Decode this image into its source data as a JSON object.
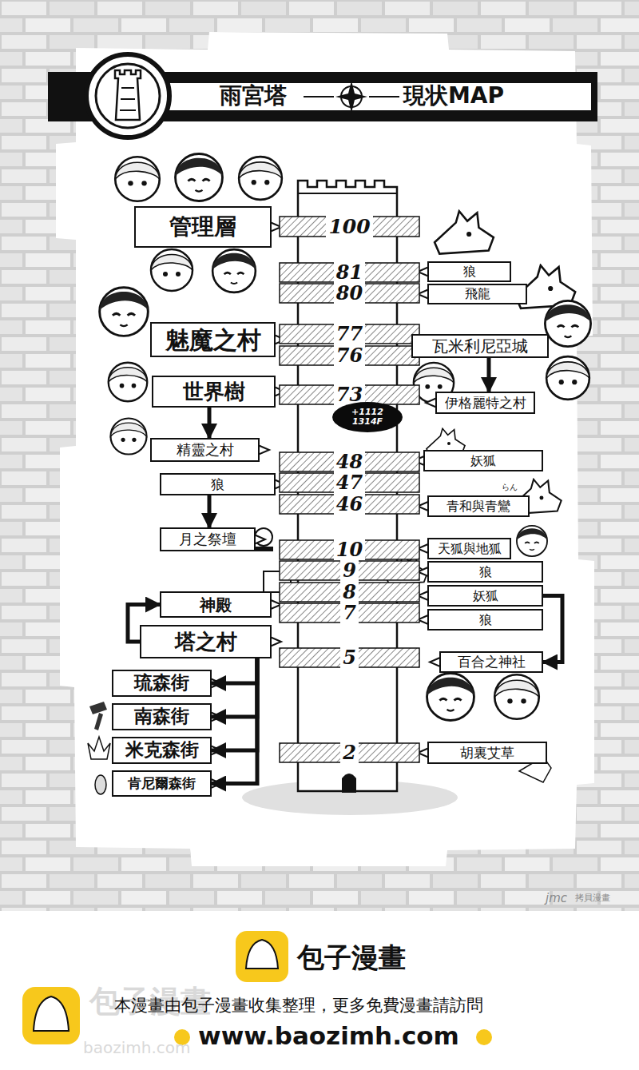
{
  "diagram": {
    "title": "雨宮塔",
    "nodes": [
      {
        "text": [
          "100"
        ]
      },
      {
        "text": [
          "81"
        ]
      },
      {
        "text": [
          "80"
        ]
      },
      {
        "text": [
          "77"
        ]
      },
      {
        "text": [
          "76"
        ]
      },
      {
        "text": [
          "73"
        ]
      },
      {
        "text": [
          "+1112 1314F"
        ]
      },
      {
        "text": [
          "48"
        ]
      },
      {
        "text": [
          "47"
        ]
      },
      {
        "text": [
          "46"
        ]
      },
      {
        "text": [
          "10"
        ]
      },
      {
        "text": [
          "9"
        ]
      },
      {
        "text": [
          "8"
        ]
      },
      {
        "text": [
          "7"
        ]
      },
      {
        "text": [
          "5"
        ]
      },
      {
        "text": [
          "2"
        ]
      },
      {
        "text": [
          "管理層"
        ]
      },
      {
        "text": [
          "魅魔之村"
        ]
      },
      {
        "text": [
          "世界樹"
        ]
      },
      {
        "text": [
          "精靈之村"
        ]
      },
      {
        "text": [
          "狼"
        ]
      },
      {
        "text": [
          "月之祭壇"
        ]
      },
      {
        "text": [
          "神殿"
        ]
      },
      {
        "text": [
          "塔之村"
        ]
      },
      {
        "text": [
          "琉森街"
        ]
      },
      {
        "text": [
          "南森街"
        ]
      },
      {
        "text": [
          "米克森街"
        ]
      },
      {
        "text": [
          "肯尼爾森街"
        ]
      },
      {
        "text": [
          "狼"
        ]
      },
      {
        "text": [
          "飛龍"
        ]
      },
      {
        "text": [
          "瓦米利尼亞城"
        ]
      },
      {
        "text": [
          "伊格麗特之村"
        ]
      },
      {
        "text": [
          "妖狐"
        ]
      },
      {
        "text": [
          "青和與青鸞"
        ]
      },
      {
        "text": [
          "天狐與地狐"
        ]
      },
      {
        "text": [
          "狼"
        ]
      },
      {
        "text": [
          "妖狐"
        ]
      },
      {
        "text": [
          "狼"
        ]
      },
      {
        "text": [
          "百合之神社"
        ]
      },
      {
        "text": [
          "胡裏艾草"
        ]
      }
    ],
    "edges": [
      {
        "from": 18,
        "to": 19,
        "arrow": "to"
      },
      {
        "from": 20,
        "to": 21,
        "arrow": "to"
      },
      {
        "from": 23,
        "to": 22,
        "arrow": "to"
      },
      {
        "from": 23,
        "to": 24,
        "arrow": "to"
      },
      {
        "from": 23,
        "to": 25,
        "arrow": "to"
      },
      {
        "from": 23,
        "to": 26,
        "arrow": "to"
      },
      {
        "from": 23,
        "to": 27,
        "arrow": "to"
      },
      {
        "from": 30,
        "to": 31,
        "arrow": "to"
      },
      {
        "from": 36,
        "to": 38,
        "arrow": "to"
      }
    ],
    "labels": [
      "現状MAP",
      "らん",
      "jmc",
      "拷貝漫畫",
      "包子漫畫",
      "包子漫畫",
      "baozimh.com",
      "本漫畫由包子漫畫收集整理，更多免費漫畫請訪問",
      "www.baozimh.com"
    ]
  }
}
